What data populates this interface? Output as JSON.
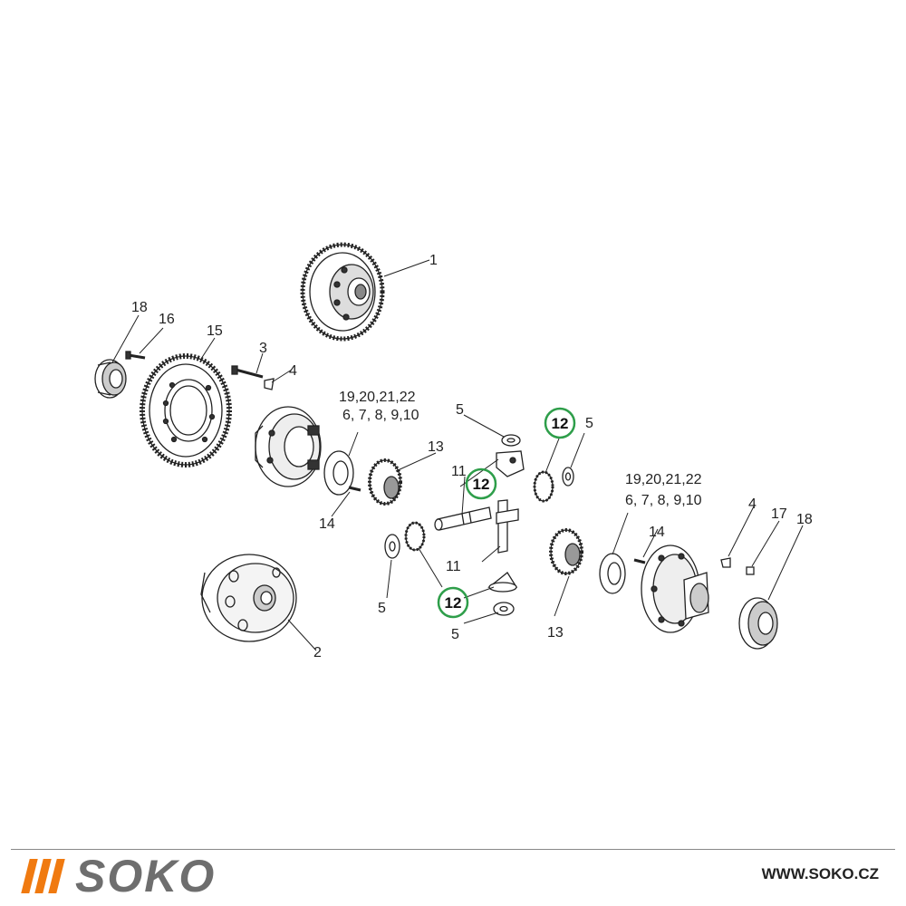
{
  "labels": {
    "p1": "1",
    "p2": "2",
    "p3": "3",
    "p4_left": "4",
    "p4_right": "4",
    "p5_top": "5",
    "p5_top_right": "5",
    "p5_left": "5",
    "p5_bottom": "5",
    "p11_top": "11",
    "p11_bottom": "11",
    "p12_top_right": "12",
    "p12_center": "12",
    "p12_bottom": "12",
    "p13_top": "13",
    "p13_bottom": "13",
    "p14_left": "14",
    "p14_right": "14",
    "p15": "15",
    "p16": "16",
    "p17": "17",
    "p18_left": "18",
    "p18_right": "18",
    "kit_left_line1": "19,20,21,22",
    "kit_left_line2": "6, 7, 8, 9,10",
    "kit_right_line1": "19,20,21,22",
    "kit_right_line2": "6, 7, 8, 9,10"
  },
  "colors": {
    "highlight_ring": "#2e9e4a",
    "logo_accent": "#f07a10",
    "logo_text": "#6e6e6e",
    "line": "#222222"
  },
  "footer": {
    "brand": "SOKO",
    "website": "WWW.SOKO.CZ"
  }
}
